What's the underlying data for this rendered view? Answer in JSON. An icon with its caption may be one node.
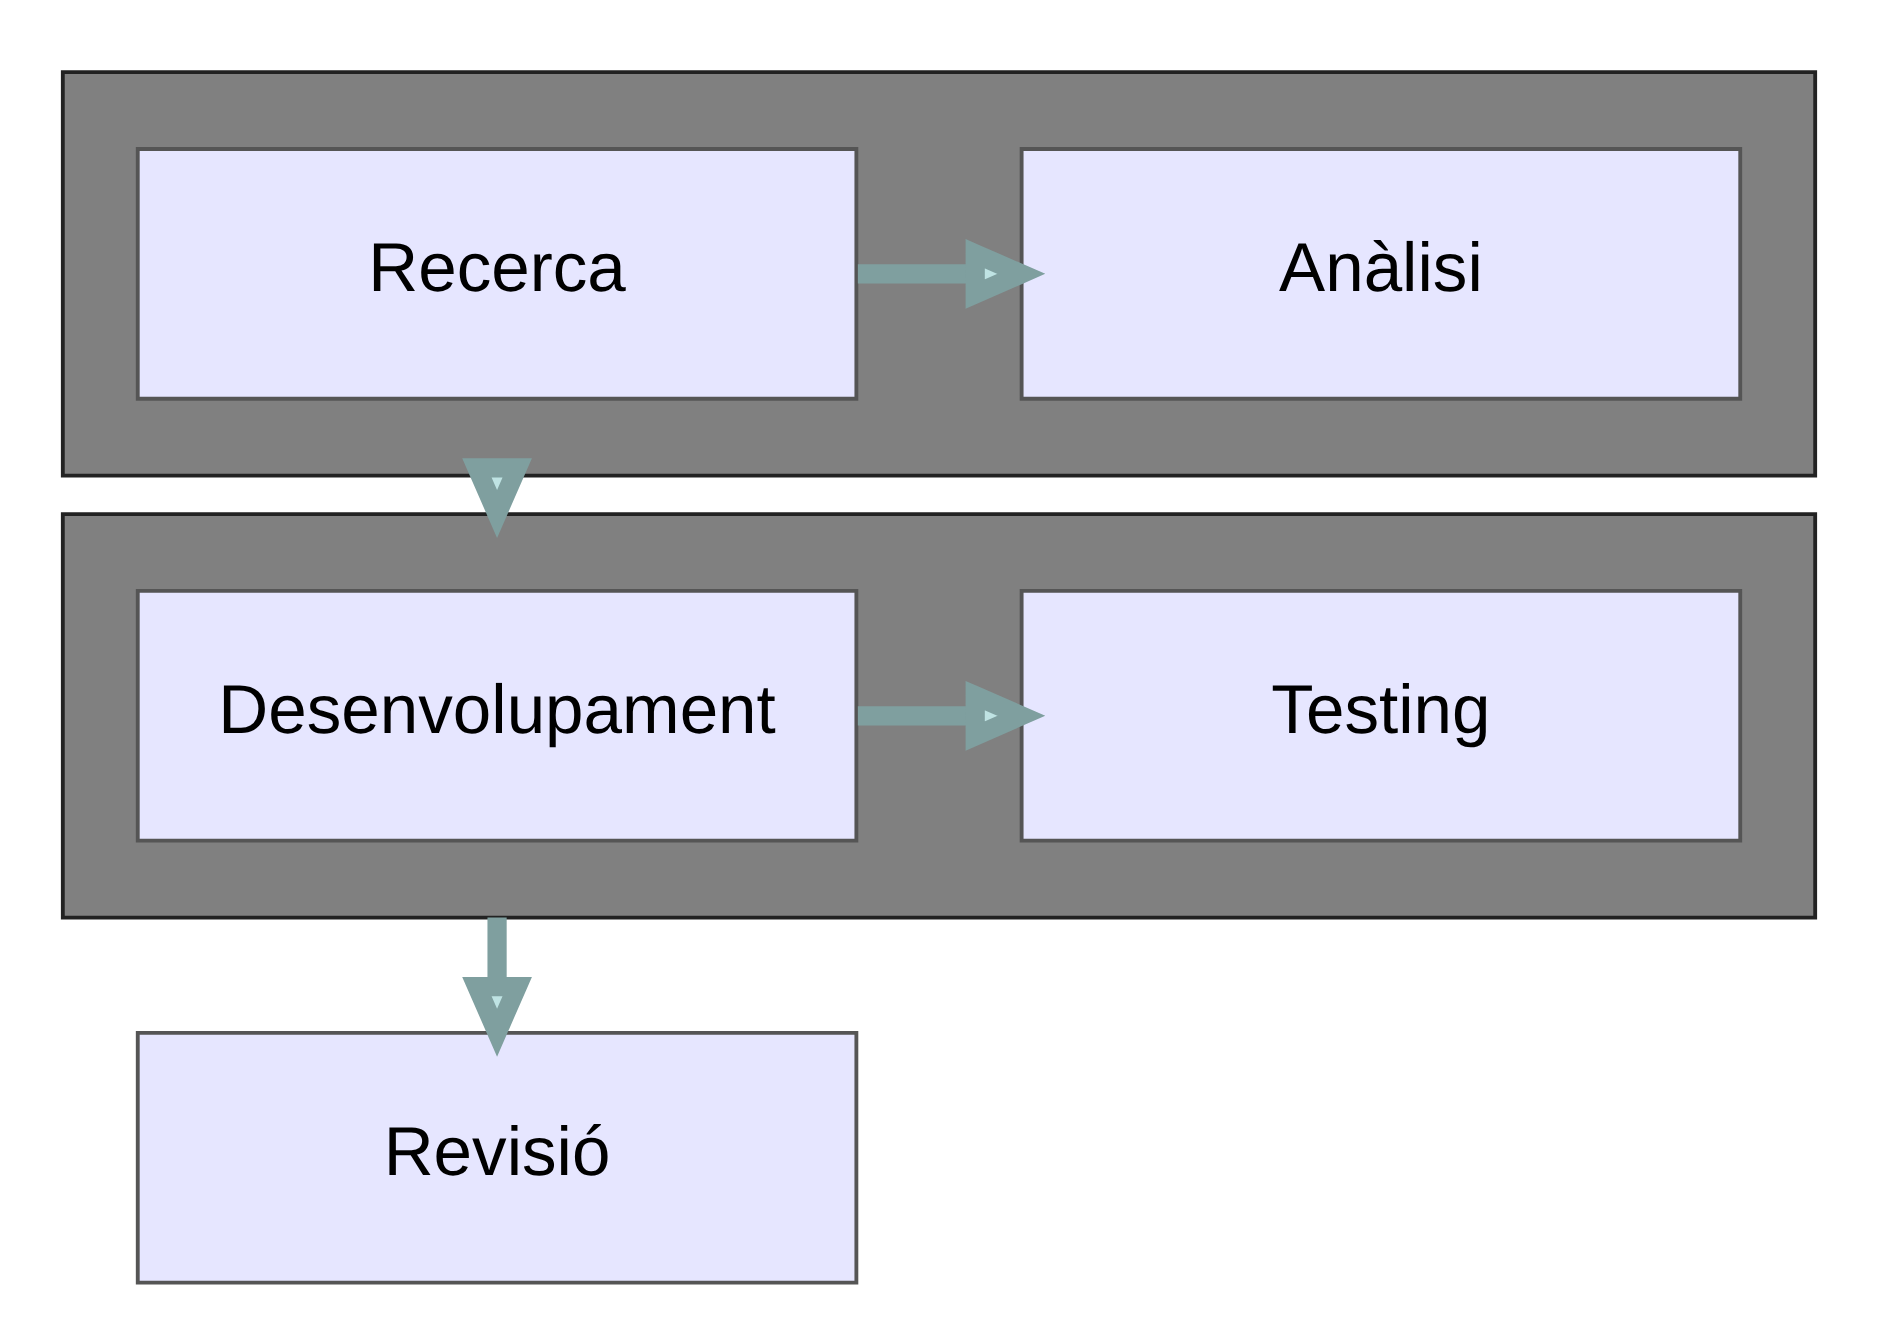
{
  "diagram": {
    "nodes": [
      {
        "text": [],
        "shape": "box"
      },
      {
        "text": [
          "Recerca"
        ],
        "in": 0
      },
      {
        "text": [
          "Anàlisi"
        ],
        "in": 0
      },
      {
        "text": [],
        "shape": "box"
      },
      {
        "text": [
          "Desenvolupament"
        ],
        "in": 3
      },
      {
        "text": [
          "Testing"
        ],
        "in": 3
      },
      {
        "text": [
          "Revisió"
        ]
      }
    ],
    "edges": [
      {
        "from": 1,
        "to": 2,
        "arrow": "to"
      },
      {
        "from": 0,
        "to": 3,
        "arrow": "to"
      },
      {
        "from": 4,
        "to": 5,
        "arrow": "to"
      },
      {
        "from": 3,
        "to": 6,
        "arrow": "to"
      }
    ]
  }
}
